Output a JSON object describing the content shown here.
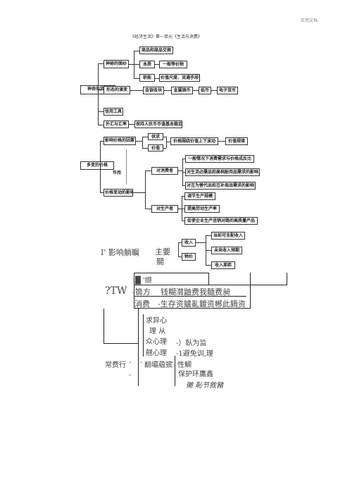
{
  "header": {
    "top_right": "实用文档",
    "title": "《经济生活》第一单元《生活与消费》"
  },
  "mindmap": {
    "node_money": "神奇的货币",
    "node_price": "多变的价格",
    "node_origin": "神秘的面纱",
    "node_goods_exchange": "商品和商品交换",
    "node_essence": "本质",
    "node_equivalent": "一般等价物",
    "node_function": "职能",
    "node_function_detail": "价值尺度、流通手段等",
    "node_form": "形态的演变",
    "node_gold_silver": "金银条块",
    "node_metal_coin": "金属铸币",
    "node_paper": "纸币",
    "node_e_money": "电子货币",
    "node_credit": "信用工具",
    "node_fx": "外汇与汇率",
    "node_fx_detail": "保持人民币币值基本稳定",
    "node_factors": "影响价格的因素",
    "node_supply": "供求",
    "node_value": "价值",
    "node_fluct": "价格围绕价值上下波动",
    "node_law": "价值规律",
    "node_effect_label": "作用",
    "node_change": "价格变动的影响",
    "node_consumer": "对消费者",
    "node_c1": "一般情况下消费需求与价格成反比",
    "node_c2": "对生活必需品和高档耐用品需求的影响",
    "node_c3": "对互为替代品和互补商品需求的影响",
    "node_producer": "对生产者",
    "node_p1": "调节生产规模",
    "node_p2": "提高劳动生产率",
    "node_p3": "促使企业生产适销对路的高质量产品",
    "node_income": "收入",
    "node_prices": "物价",
    "node_i1": "当前可支配收入",
    "node_i2": "未来收入预期",
    "node_i3": "收入差距"
  },
  "ocr": {
    "t1": "I' 影响躺瞩",
    "t2": "主要",
    "t3": "關",
    "t4": "█ '缬",
    "t5": "?TW",
    "t6": "-篛方",
    "t7": "钱糊潸鼬费我髓费昶",
    "t8": "消费",
    "t9": "-生存资鑪亂鍍资郴此鍋资",
    "t10": "求异心",
    "t11": "理 从",
    "t12": "众心理",
    "t13": "翹心理",
    "t14": "-）臥为监",
    "t15": "-1避免训,理",
    "t16": "常费行",
    "t17": "-",
    "t18": "-",
    "t19": "-",
    "t20": "翻壩藴掋",
    "t21": "-",
    "t22": "性鯛",
    "t23": "保护环鷹鑫",
    "t24": "黴 恥节敘豬"
  }
}
